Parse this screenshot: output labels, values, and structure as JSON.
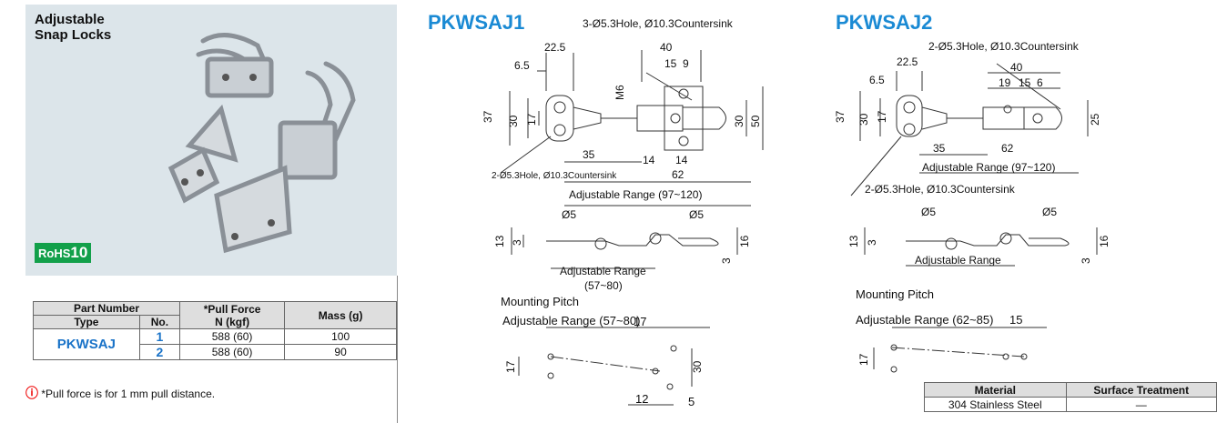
{
  "product": {
    "title_line1": "Adjustable",
    "title_line2": "Snap Locks",
    "rohs_prefix": "RoHS",
    "rohs_num": "10"
  },
  "spec_table": {
    "h_part_number": "Part Number",
    "h_type": "Type",
    "h_no": "No.",
    "h_pull_force": "*Pull Force",
    "h_pull_force_unit": "N (kgf)",
    "h_mass": "Mass (g)",
    "type": "PKWSAJ",
    "rows": [
      {
        "no": "1",
        "force": "588 (60)",
        "mass": "100"
      },
      {
        "no": "2",
        "force": "588 (60)",
        "mass": "90"
      }
    ]
  },
  "note": {
    "icon": "warning-icon",
    "text": "*Pull force is for 1 mm pull distance."
  },
  "diagram1": {
    "title": "PKWSAJ1",
    "hole_top": "3-Ø5.3Hole, Ø10.3Countersink",
    "hole_left": "2-Ø5.3Hole, Ø10.3Countersink",
    "dims": {
      "d225": "22.5",
      "d65": "6.5",
      "d40": "40",
      "d15": "15",
      "d9": "9",
      "m6": "M6",
      "d37": "37",
      "d30": "30",
      "d17": "17",
      "d35": "35",
      "d14a": "14",
      "d14b": "14",
      "d62": "62",
      "d30r": "30",
      "d50": "50"
    },
    "adj1": "Adjustable Range (97~120)",
    "side": {
      "phi5a": "Ø5",
      "phi5b": "Ø5",
      "d13": "13",
      "d3": "3",
      "d16": "16",
      "d3b": "3",
      "adj": "Adjustable Range",
      "adj2": "(57~80)"
    },
    "mount_title": "Mounting Pitch",
    "mount": {
      "adj": "Adjustable Range (57~80)",
      "d17": "17",
      "d17l": "17",
      "d30": "30",
      "d12": "12",
      "d5": "5"
    }
  },
  "diagram2": {
    "title": "PKWSAJ2",
    "hole_top": "2-Ø5.3Hole, Ø10.3Countersink",
    "hole_left": "2-Ø5.3Hole, Ø10.3Countersink",
    "dims": {
      "d225": "22.5",
      "d65": "6.5",
      "d40": "40",
      "d19": "19",
      "d15": "15",
      "d6": "6",
      "d37": "37",
      "d30": "30",
      "d17": "17",
      "d35": "35",
      "d62": "62",
      "d25": "25"
    },
    "adj1": "Adjustable Range (97~120)",
    "side": {
      "phi5a": "Ø5",
      "phi5b": "Ø5",
      "d13": "13",
      "d3": "3",
      "d16": "16",
      "d3b": "3",
      "adj": "Adjustable Range"
    },
    "mount_title": "Mounting Pitch",
    "mount": {
      "adj": "Adjustable Range (62~85)",
      "d15": "15",
      "d17": "17"
    }
  },
  "material_table": {
    "h_material": "Material",
    "h_surface": "Surface Treatment",
    "material": "304 Stainless Steel",
    "surface": "—"
  }
}
